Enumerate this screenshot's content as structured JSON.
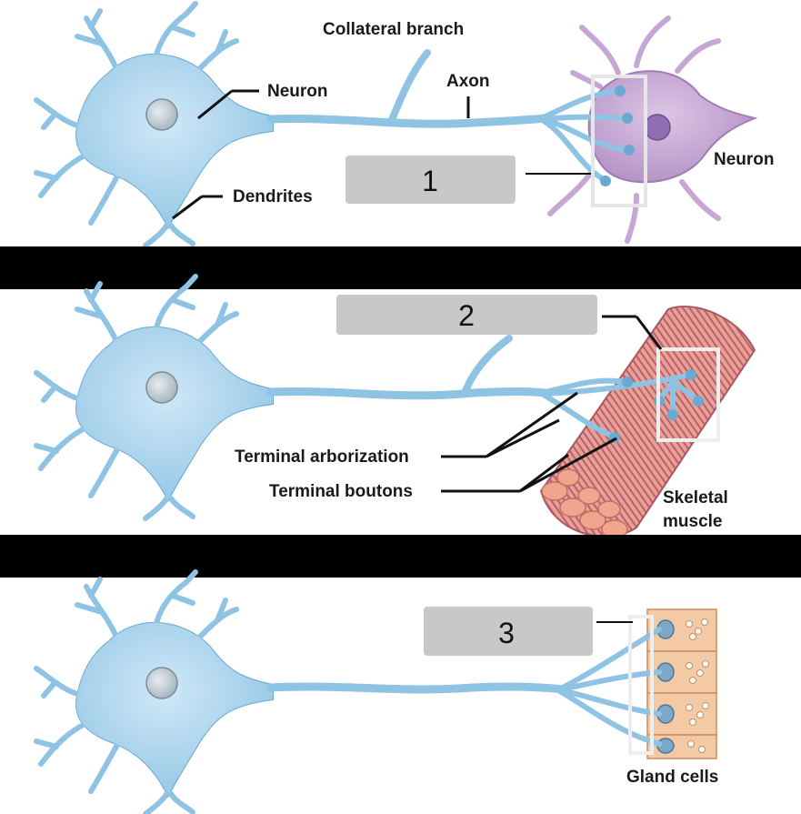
{
  "colors": {
    "neuron_fill": "#a9d3ec",
    "neuron_stroke": "#6aa9d1",
    "target_neuron_fill": "#c6a7d3",
    "muscle_fill": "#e7958a",
    "gland_fill": "#f3c9a6",
    "separator": "#000000",
    "box_fill": "#c8c8c8"
  },
  "icons": [
    "neuron-illustration",
    "skeletal-muscle-illustration",
    "gland-cells-illustration"
  ],
  "panel1": {
    "labels": {
      "collateral_branch": "Collateral branch",
      "axon": "Axon",
      "neuron_left": "Neuron",
      "dendrites": "Dendrites",
      "neuron_right": "Neuron"
    },
    "box_number": "1"
  },
  "panel2": {
    "labels": {
      "terminal_arborization": "Terminal arborization",
      "terminal_boutons": "Terminal boutons",
      "skeletal_line1": "Skeletal",
      "skeletal_line2": "muscle"
    },
    "box_number": "2"
  },
  "panel3": {
    "labels": {
      "gland_cells": "Gland cells"
    },
    "box_number": "3"
  }
}
